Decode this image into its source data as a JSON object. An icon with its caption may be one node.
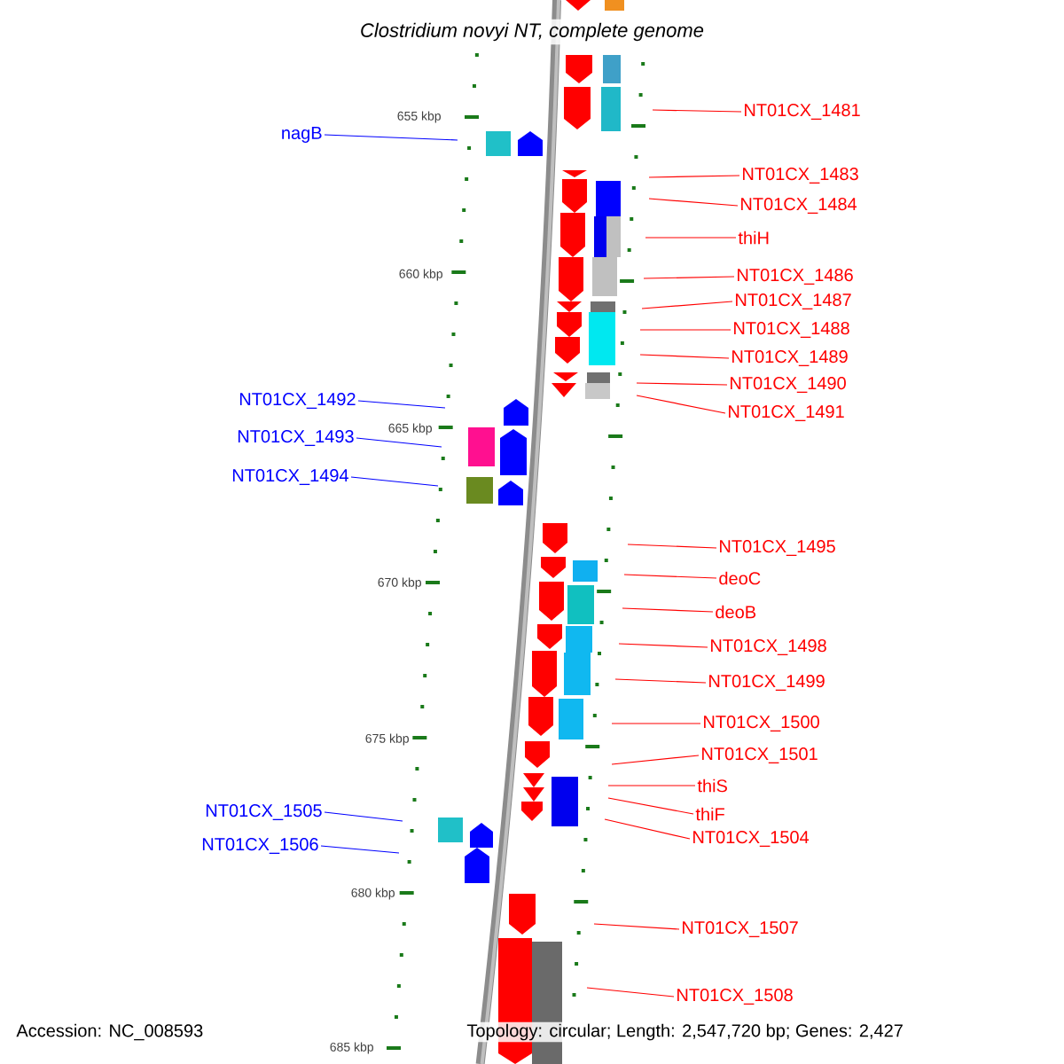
{
  "diagram": {
    "title": "Clostridium novyi NT, complete genome",
    "nodes": [
      {
        "text": [
          "NT01CX_1481"
        ]
      },
      {
        "text": [
          "nagB"
        ]
      },
      {
        "text": [
          "NT01CX_1483"
        ]
      },
      {
        "text": [
          "NT01CX_1484"
        ]
      },
      {
        "text": [
          "thiH"
        ]
      },
      {
        "text": [
          "NT01CX_1486"
        ]
      },
      {
        "text": [
          "NT01CX_1487"
        ]
      },
      {
        "text": [
          "NT01CX_1488"
        ]
      },
      {
        "text": [
          "NT01CX_1489"
        ]
      },
      {
        "text": [
          "NT01CX_1490"
        ]
      },
      {
        "text": [
          "NT01CX_1491"
        ]
      },
      {
        "text": [
          "NT01CX_1492"
        ]
      },
      {
        "text": [
          "NT01CX_1493"
        ]
      },
      {
        "text": [
          "NT01CX_1494"
        ]
      },
      {
        "text": [
          "NT01CX_1495"
        ]
      },
      {
        "text": [
          "deoC"
        ]
      },
      {
        "text": [
          "deoB"
        ]
      },
      {
        "text": [
          "NT01CX_1498"
        ]
      },
      {
        "text": [
          "NT01CX_1499"
        ]
      },
      {
        "text": [
          "NT01CX_1500"
        ]
      },
      {
        "text": [
          "NT01CX_1501"
        ]
      },
      {
        "text": [
          "thiS"
        ]
      },
      {
        "text": [
          "thiF"
        ]
      },
      {
        "text": [
          "NT01CX_1504"
        ]
      },
      {
        "text": [
          "NT01CX_1505"
        ]
      },
      {
        "text": [
          "NT01CX_1506"
        ]
      },
      {
        "text": [
          "NT01CX_1507"
        ]
      },
      {
        "text": [
          "NT01CX_1508"
        ]
      }
    ],
    "edges": [
      {
        "from": 0,
        "to": null,
        "arrow": "none"
      },
      {
        "from": 1,
        "to": null,
        "arrow": "none",
        "color": "#0000ff"
      },
      {
        "from": 2,
        "to": null,
        "arrow": "none"
      },
      {
        "from": 3,
        "to": null,
        "arrow": "none"
      },
      {
        "from": 4,
        "to": null,
        "arrow": "none"
      },
      {
        "from": 5,
        "to": null,
        "arrow": "none"
      },
      {
        "from": 6,
        "to": null,
        "arrow": "none"
      },
      {
        "from": 7,
        "to": null,
        "arrow": "none"
      },
      {
        "from": 8,
        "to": null,
        "arrow": "none"
      },
      {
        "from": 9,
        "to": null,
        "arrow": "none"
      },
      {
        "from": 10,
        "to": null,
        "arrow": "none"
      },
      {
        "from": 11,
        "to": null,
        "arrow": "none",
        "color": "#0000ff"
      },
      {
        "from": 12,
        "to": null,
        "arrow": "none",
        "color": "#0000ff"
      },
      {
        "from": 13,
        "to": null,
        "arrow": "none",
        "color": "#0000ff"
      },
      {
        "from": 14,
        "to": null,
        "arrow": "none"
      },
      {
        "from": 15,
        "to": null,
        "arrow": "none"
      },
      {
        "from": 16,
        "to": null,
        "arrow": "none"
      },
      {
        "from": 17,
        "to": null,
        "arrow": "none"
      },
      {
        "from": 18,
        "to": null,
        "arrow": "none"
      },
      {
        "from": 19,
        "to": null,
        "arrow": "none"
      },
      {
        "from": 20,
        "to": null,
        "arrow": "none"
      },
      {
        "from": 21,
        "to": null,
        "arrow": "none"
      },
      {
        "from": 22,
        "to": null,
        "arrow": "none"
      },
      {
        "from": 23,
        "to": null,
        "arrow": "none"
      },
      {
        "from": 24,
        "to": null,
        "arrow": "none",
        "color": "#0000ff"
      },
      {
        "from": 25,
        "to": null,
        "arrow": "none",
        "color": "#0000ff"
      },
      {
        "from": 26,
        "to": null,
        "arrow": "none"
      },
      {
        "from": 27,
        "to": null,
        "arrow": "none"
      }
    ],
    "labels": [
      "655 kbp",
      "660 kbp",
      "665 kbp",
      "670 kbp",
      "675 kbp",
      "680 kbp",
      "685 kbp",
      "Accession: NC_008593",
      "Topology: circular; Length: 2,547,720 bp; Genes: 2,427"
    ]
  }
}
